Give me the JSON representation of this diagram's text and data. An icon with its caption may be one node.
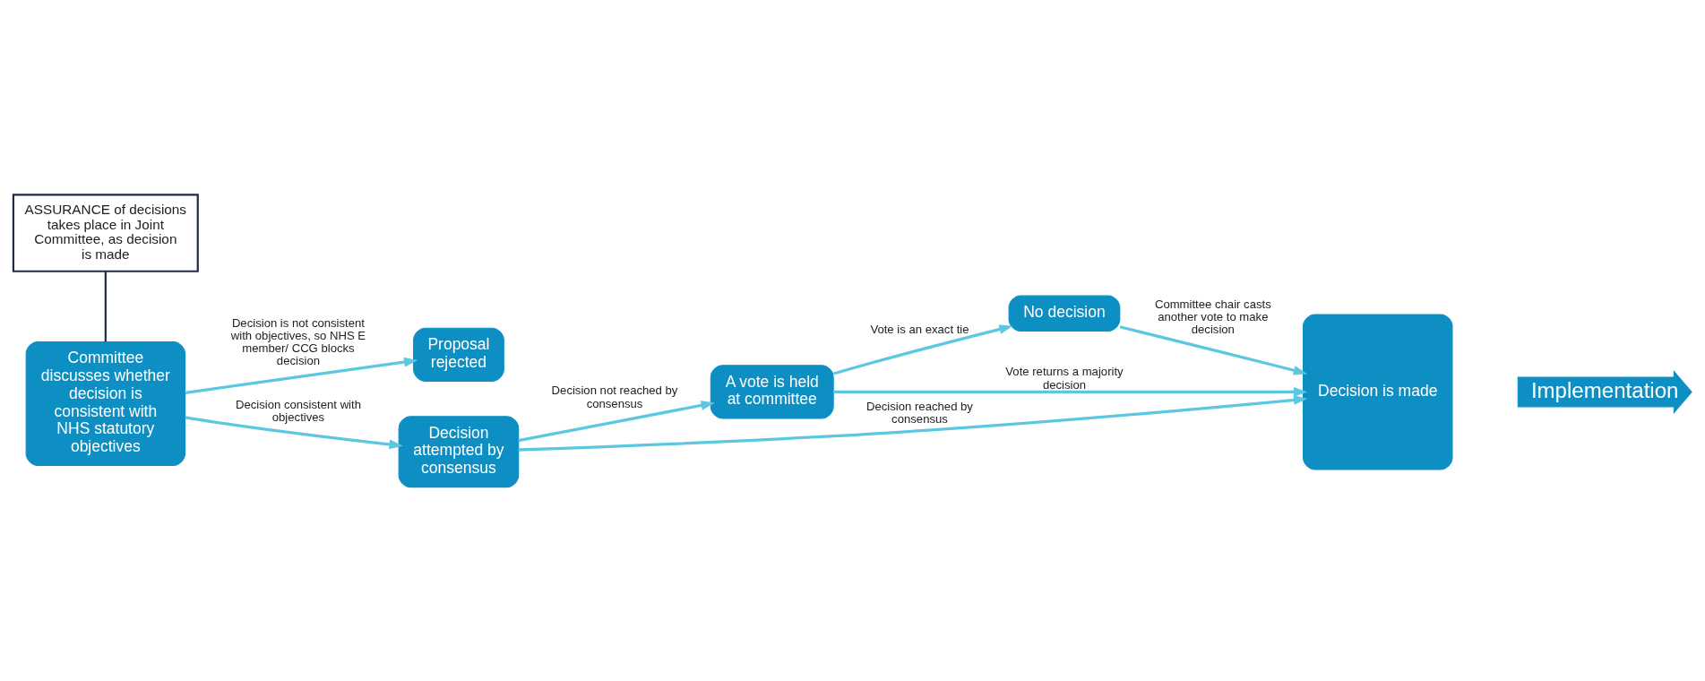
{
  "diagram": {
    "nodes": [
      {
        "text": [
          "Committee discusses whether decision is consistent with NHS statutory objectives"
        ]
      },
      {
        "text": [
          "Proposal rejected"
        ]
      },
      {
        "text": [
          "Decision attempted by consensus"
        ]
      },
      {
        "text": [
          "A vote is held at committee"
        ]
      },
      {
        "text": [
          "No decision"
        ]
      },
      {
        "text": [
          "Decision is made"
        ]
      },
      {
        "text": [
          "Implementation"
        ]
      },
      {
        "text": [
          "ASSURANCE of decisions takes place in Joint Committee, as decision is made"
        ]
      }
    ],
    "edges": [
      {
        "from": 0,
        "to": 1,
        "arrow": "to",
        "label": "Decision is not consistent with objectives, so NHS E member/ CCG blocks decision"
      },
      {
        "from": 0,
        "to": 2,
        "arrow": "to",
        "label": "Decision consistent with objectives"
      },
      {
        "from": 2,
        "to": 5,
        "arrow": "to",
        "label": "Decision reached by consensus"
      },
      {
        "from": 2,
        "to": 3,
        "arrow": "to",
        "label": "Decision not reached by consensus"
      },
      {
        "from": 3,
        "to": 5,
        "arrow": "to",
        "label": "Vote returns a majority decision"
      },
      {
        "from": 3,
        "to": 4,
        "arrow": "to",
        "label": "Vote is an exact tie"
      },
      {
        "from": 4,
        "to": 5,
        "arrow": "to",
        "label": "Committee chair casts another vote to make decision"
      },
      {
        "from": 7,
        "to": 0,
        "arrow": "none",
        "color": "#1f2a44"
      }
    ]
  }
}
